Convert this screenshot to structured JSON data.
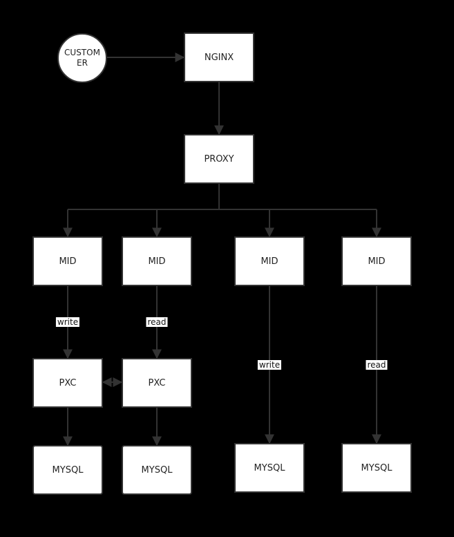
{
  "nodes": {
    "customer": "CUSTOMER",
    "nginx": "NGINX",
    "proxy": "PROXY",
    "mid1": "MID",
    "mid2": "MID",
    "mid3": "MID",
    "mid4": "MID",
    "pxc1": "PXC",
    "pxc2": "PXC",
    "mysql1": "MYSQL",
    "mysql2": "MYSQL",
    "mysql3": "MYSQL",
    "mysql4": "MYSQL"
  },
  "edge_labels": {
    "mid1_pxc1": "write",
    "mid2_pxc2": "read",
    "mid3_mysql3": "write",
    "mid4_mysql4": "read"
  },
  "colors": {
    "background": "#000000",
    "node_fill": "#ffffff",
    "stroke": "#333333"
  }
}
